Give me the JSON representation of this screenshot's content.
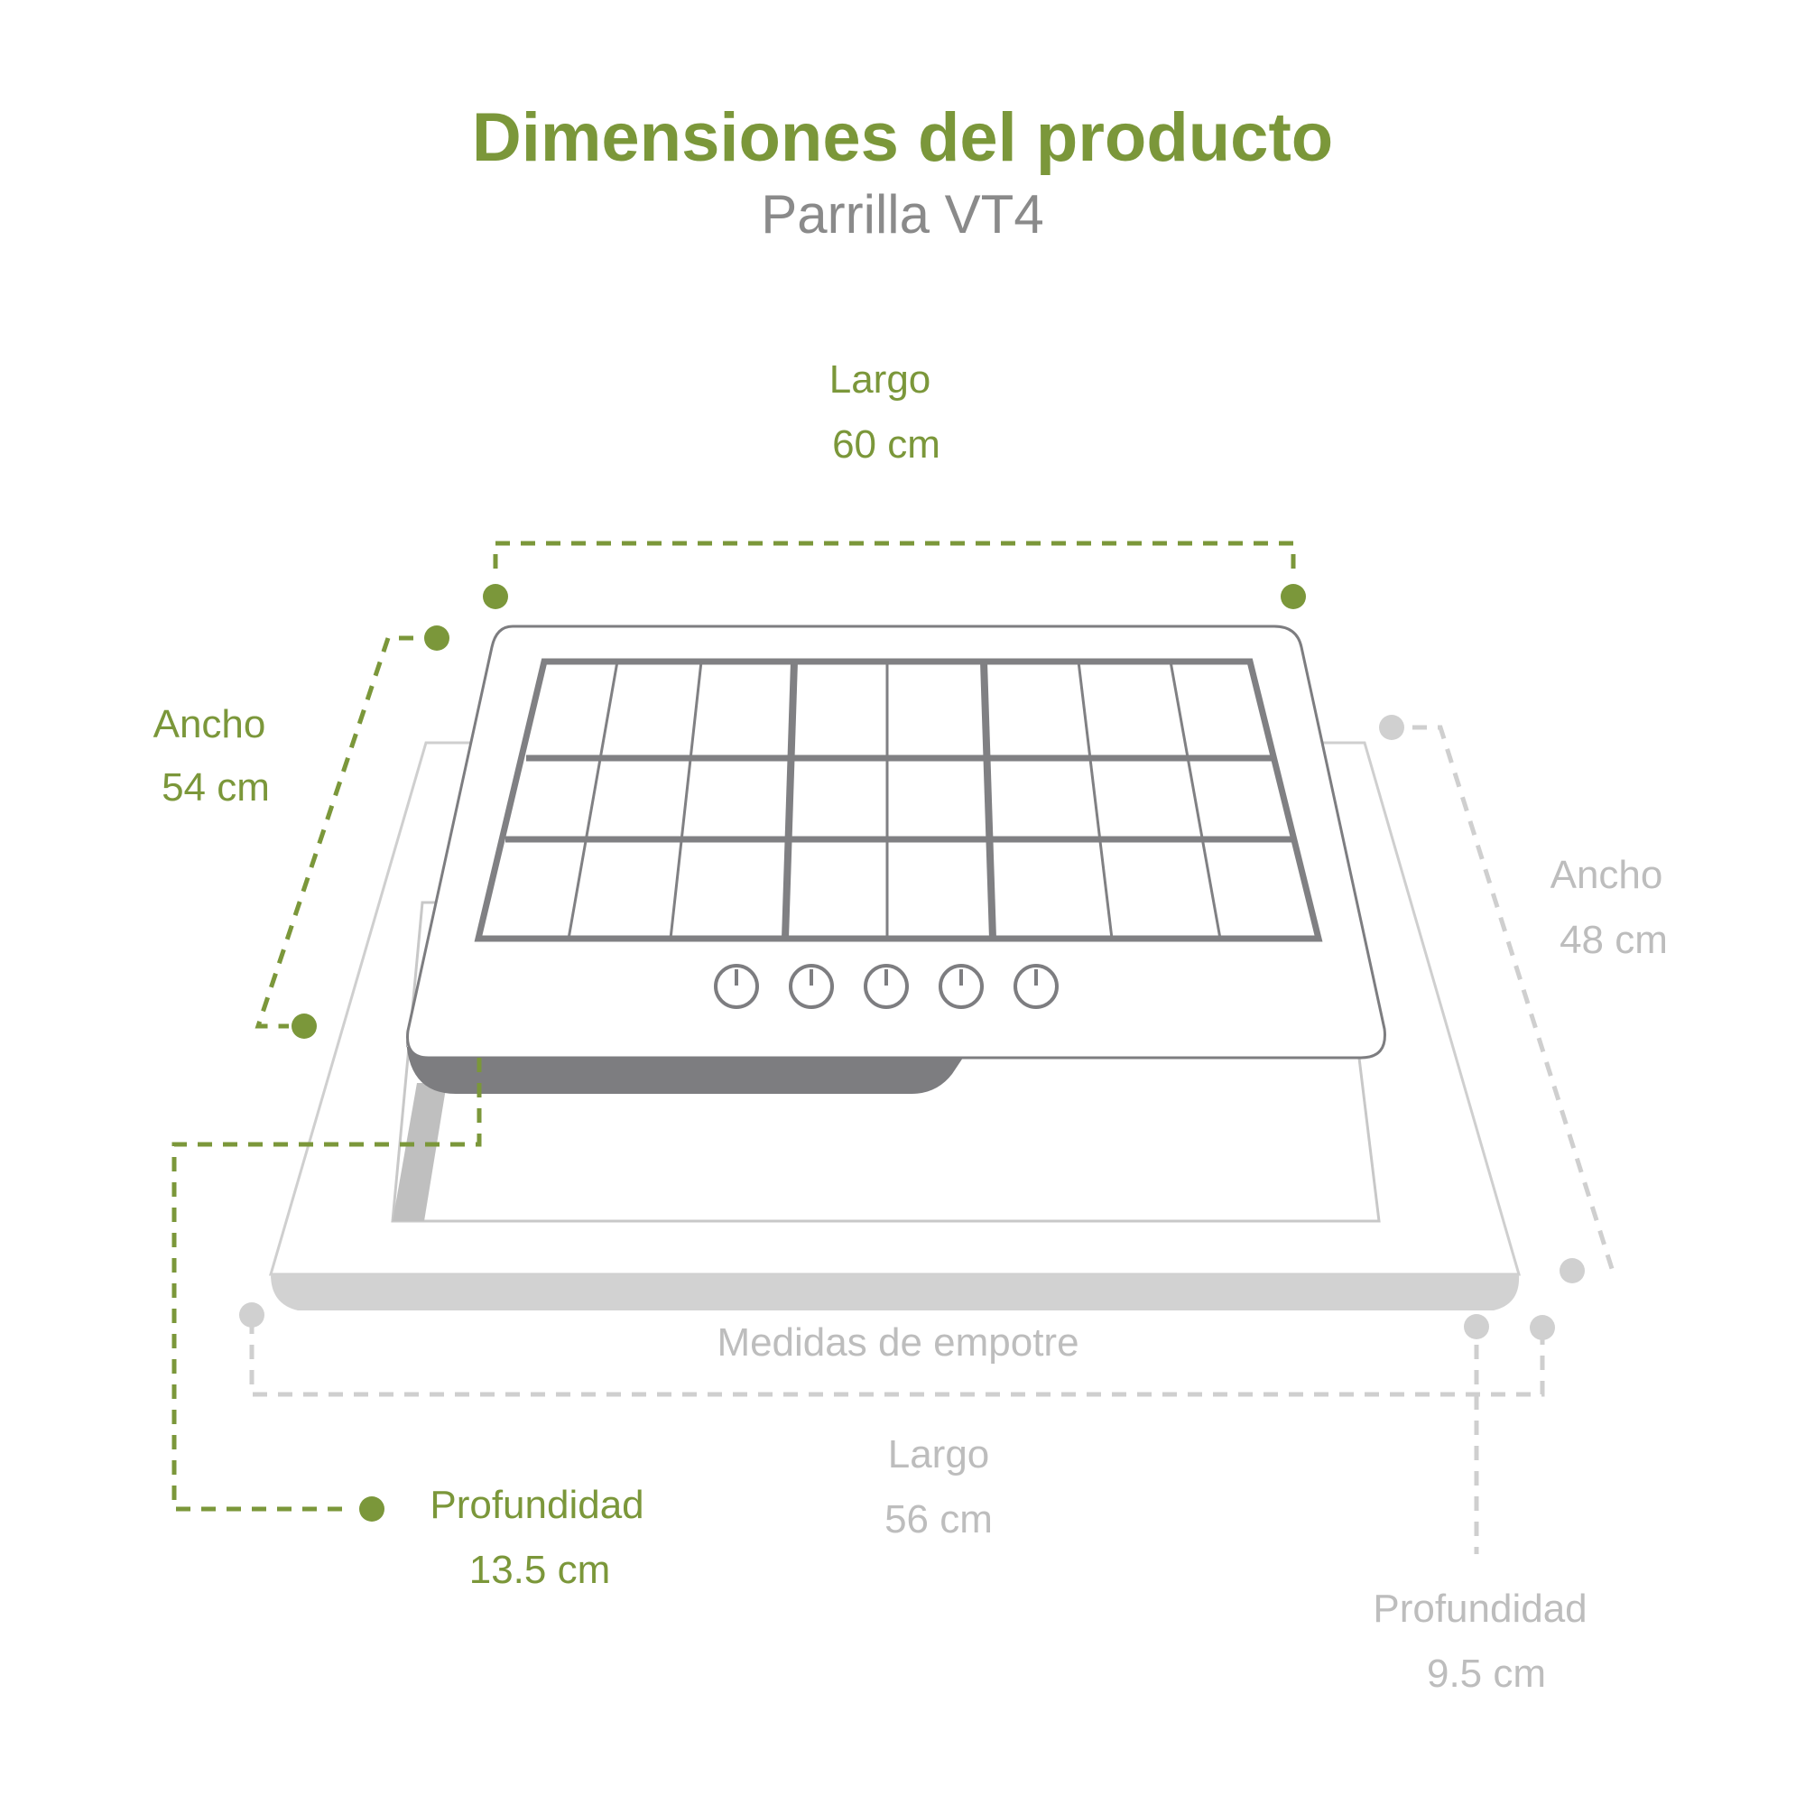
{
  "header": {
    "title": "Dimensiones del producto",
    "subtitle": "Parrilla VT4"
  },
  "product": {
    "length": {
      "label": "Largo",
      "value": "60 cm"
    },
    "width": {
      "label": "Ancho",
      "value": "54 cm"
    },
    "depth": {
      "label": "Profundidad",
      "value": "13.5 cm"
    }
  },
  "cutout": {
    "caption": "Medidas de empotre",
    "length": {
      "label": "Largo",
      "value": "56 cm"
    },
    "width": {
      "label": "Ancho",
      "value": "48 cm"
    },
    "depth": {
      "label": "Profundidad",
      "value": "9.5 cm"
    }
  },
  "knobs": {
    "count": 5
  },
  "colors": {
    "product_accent": "#7b973a",
    "cutout_accent": "#bdbdbd",
    "subtitle": "#8a8a8a",
    "outline": "#7d7d80",
    "grate": "#808083",
    "panel_fill": "#d2d2d2"
  }
}
